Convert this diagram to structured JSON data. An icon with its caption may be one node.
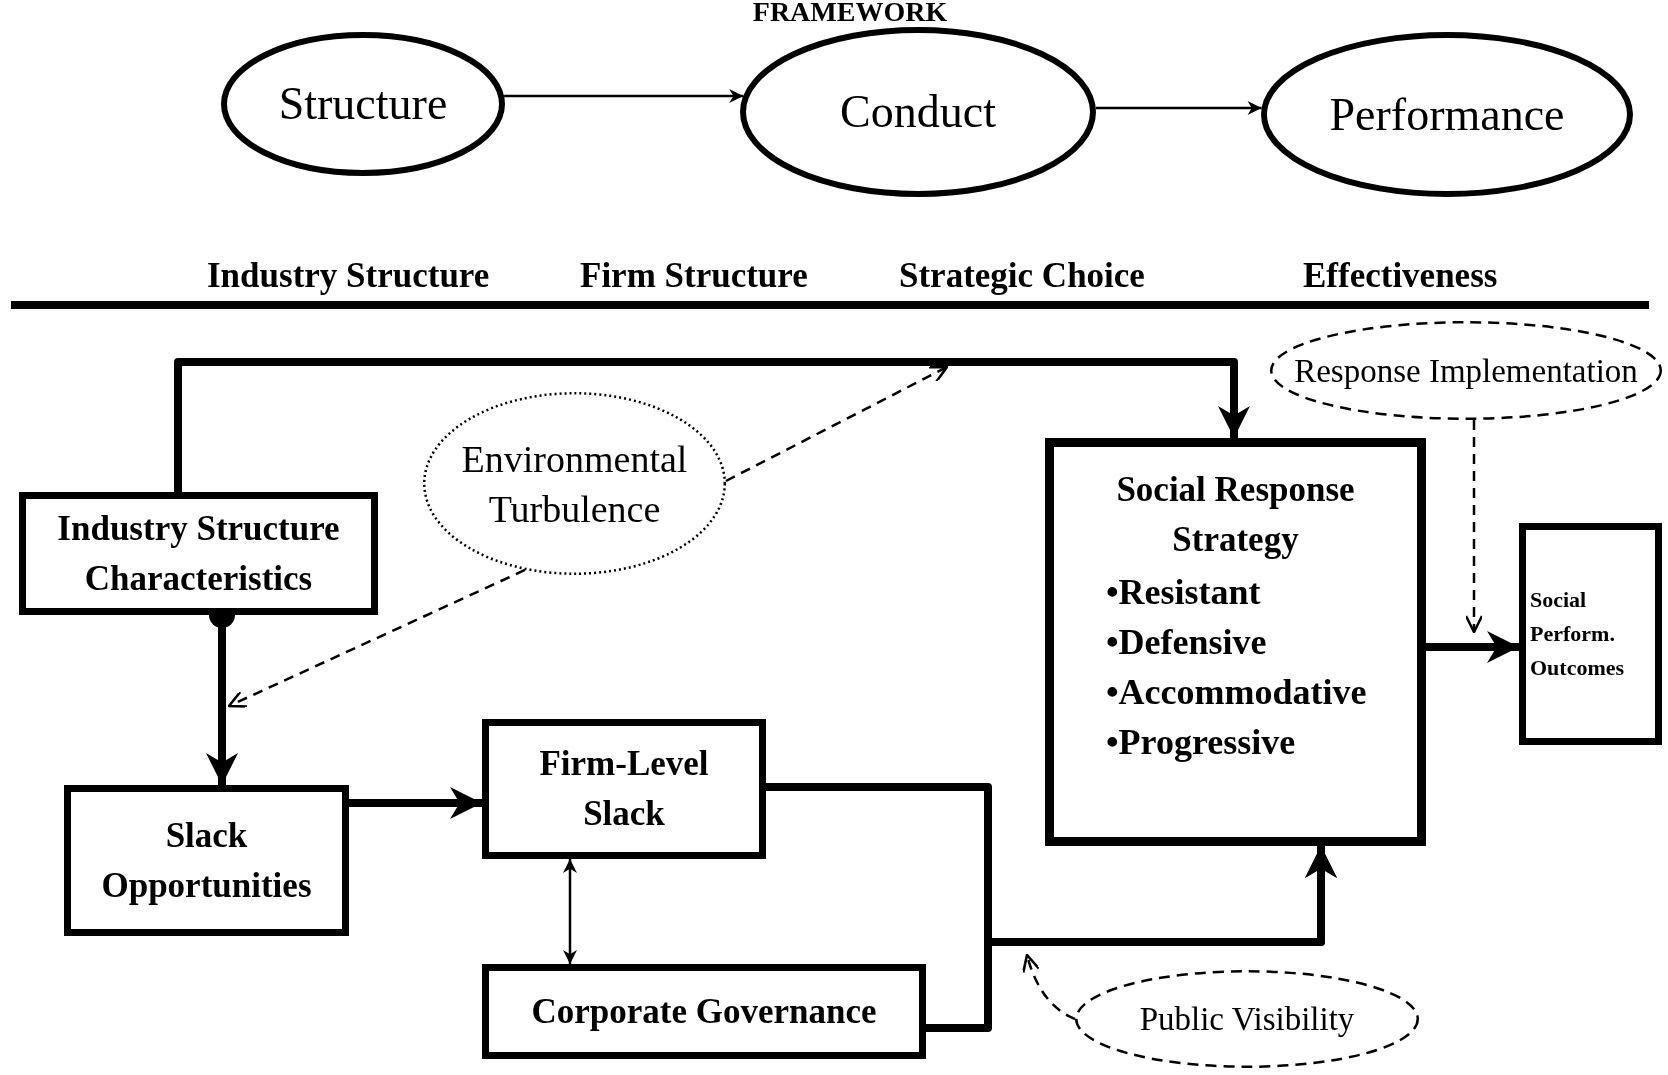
{
  "diagram": {
    "title": "FRAMEWORK",
    "nodes": [
      {
        "text": [
          "Structure"
        ]
      },
      {
        "text": [
          "Conduct"
        ]
      },
      {
        "text": [
          "Performance"
        ]
      },
      {
        "text": [
          "Response Implementation"
        ]
      },
      {
        "text": [
          "Environmental Turbulence"
        ]
      },
      {
        "text": [
          "Industry Structure Characteristics"
        ]
      },
      {
        "text": [
          "Social Response Strategy",
          "•Resistant",
          "•Defensive",
          "•Accommodative",
          "•Progressive"
        ]
      },
      {
        "text": [
          "Social Perform. Outcomes"
        ]
      },
      {
        "text": [
          "Slack Opportunities"
        ]
      },
      {
        "text": [
          "Firm-Level Slack"
        ]
      },
      {
        "text": [
          "Corporate Governance"
        ]
      },
      {
        "text": [
          "Public Visibility"
        ]
      }
    ],
    "edges": [
      {
        "from": 0,
        "to": 1,
        "arrow": "to"
      },
      {
        "from": 1,
        "to": 2,
        "arrow": "to"
      },
      {
        "from": 5,
        "to": 6,
        "arrow": "to",
        "style": "thick"
      },
      {
        "from": 4,
        "to": null,
        "arrow": "to",
        "style": "dashed"
      },
      {
        "from": 4,
        "to": null,
        "arrow": "to",
        "style": "dashed"
      },
      {
        "from": 5,
        "to": 8,
        "arrow": "to",
        "style": "thick"
      },
      {
        "from": 8,
        "to": 9,
        "arrow": "to",
        "style": "thick"
      },
      {
        "from": 9,
        "to": 10,
        "arrow": "both"
      },
      {
        "from": 9,
        "to": 6,
        "arrow": "to",
        "style": "thick"
      },
      {
        "from": 10,
        "to": 6,
        "arrow": "to",
        "style": "thick"
      },
      {
        "from": 11,
        "to": null,
        "arrow": "to",
        "style": "dashed"
      },
      {
        "from": 3,
        "to": null,
        "arrow": "to",
        "style": "dashed"
      },
      {
        "from": 6,
        "to": 7,
        "arrow": "to",
        "style": "thick"
      }
    ],
    "labels": [
      "Industry Structure",
      "Firm Structure",
      "Strategic Choice",
      "Effectiveness"
    ]
  }
}
